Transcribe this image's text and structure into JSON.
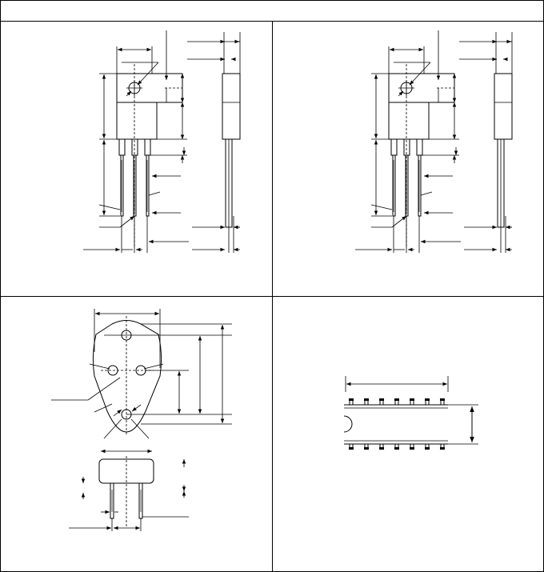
{
  "sheet": {
    "title": "",
    "panels": [
      {
        "id": "panel-top-left",
        "label": ""
      },
      {
        "id": "panel-top-right",
        "label": ""
      },
      {
        "id": "panel-bottom-left",
        "label": ""
      },
      {
        "id": "panel-bottom-right",
        "label": ""
      }
    ]
  },
  "colors": {
    "line": "#000000",
    "background": "#ffffff"
  }
}
